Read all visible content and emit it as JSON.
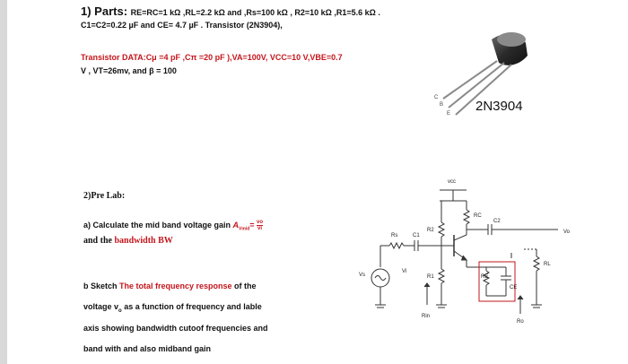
{
  "parts": {
    "title": "1) Parts: ",
    "line1": "RE=RC=1 kΩ ,RL=2.2 kΩ and ,Rs=100 kΩ ,  R2=10 kΩ ,R1=5.6 kΩ .",
    "line2": "C1=C2=0.22 µF and CE= 4.7 µF . Transistor (2N3904),"
  },
  "transistor_data": {
    "label": "Transistor DATA:",
    "line1_rest": "Cμ =4 pF ,Cπ =20 pF ),VA=100V, VCC=10 V,VBE=0.7",
    "line2": "V , VT=26mv, and β = 100"
  },
  "part_image": {
    "label": "2N3904",
    "pin_labels": [
      "C",
      "B",
      "E"
    ]
  },
  "prelab": {
    "title": "2)Pre Lab:",
    "a_prefix": "a) Calculate the mid band voltage gain ",
    "a_gain_symbol": "A",
    "a_gain_sub": "Vmid",
    "a_eq": "=",
    "a_frac_num": "vo",
    "a_frac_den": "vi",
    "a_line2_prefix": "and the ",
    "a_line2_red": "bandwidth BW",
    "b_line1_prefix": "b Sketch ",
    "b_line1_red": "The total  frequency response",
    "b_line1_suffix": " of the",
    "b_line2": "voltage v",
    "b_line2_sub": "o",
    "b_line2_rest": " as a function of frequency and lable",
    "b_line3": "axis showing bandwidth cutoof frequencies and",
    "b_line4": "band with and also midband gain"
  },
  "circuit": {
    "vcc": "vcc",
    "rc": "RC",
    "c2": "C2",
    "vo": "Vo",
    "rs": "Rs",
    "c1": "C1",
    "r2": "R2",
    "vs": "Vs",
    "vi": "Vi",
    "r1": "R1",
    "re": "RE",
    "ce": "CE",
    "rl": "RL",
    "rin": "Rin",
    "ro": "Ro"
  }
}
